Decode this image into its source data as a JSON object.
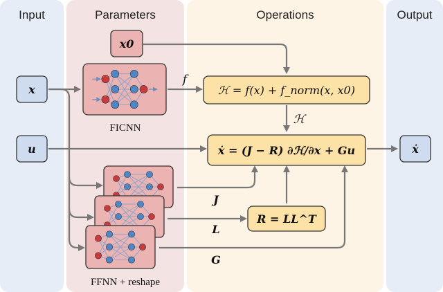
{
  "columns": {
    "input": "Input",
    "parameters": "Parameters",
    "operations": "Operations",
    "output": "Output"
  },
  "nodes": {
    "x": "x",
    "u": "u",
    "x0": "x0",
    "hamiltonian_eq": "ℋ = f(x) + f_norm(x, x0)",
    "dynamics_eq": "ẋ = (J − R) ∂ℋ/∂x + Gu",
    "r_eq": "R = LL^T",
    "xdot_out": "ẋ"
  },
  "captions": {
    "ficnn": "FICNN",
    "ffnn": "FFNN + reshape"
  },
  "edge_labels": {
    "f": "f",
    "H": "ℋ",
    "J": "J",
    "L": "L",
    "G": "G"
  },
  "colors": {
    "input_bg": "#e6edf7",
    "params_bg": "#f4e3e3",
    "ops_bg": "#fdf4e6",
    "output_bg": "#e6edf7",
    "var_box": "#cfdcf0",
    "param_box": "#ecb3b3",
    "op_box": "#fde2a7",
    "neuron_red": "#c93a3a",
    "neuron_blue": "#4f86c6"
  }
}
